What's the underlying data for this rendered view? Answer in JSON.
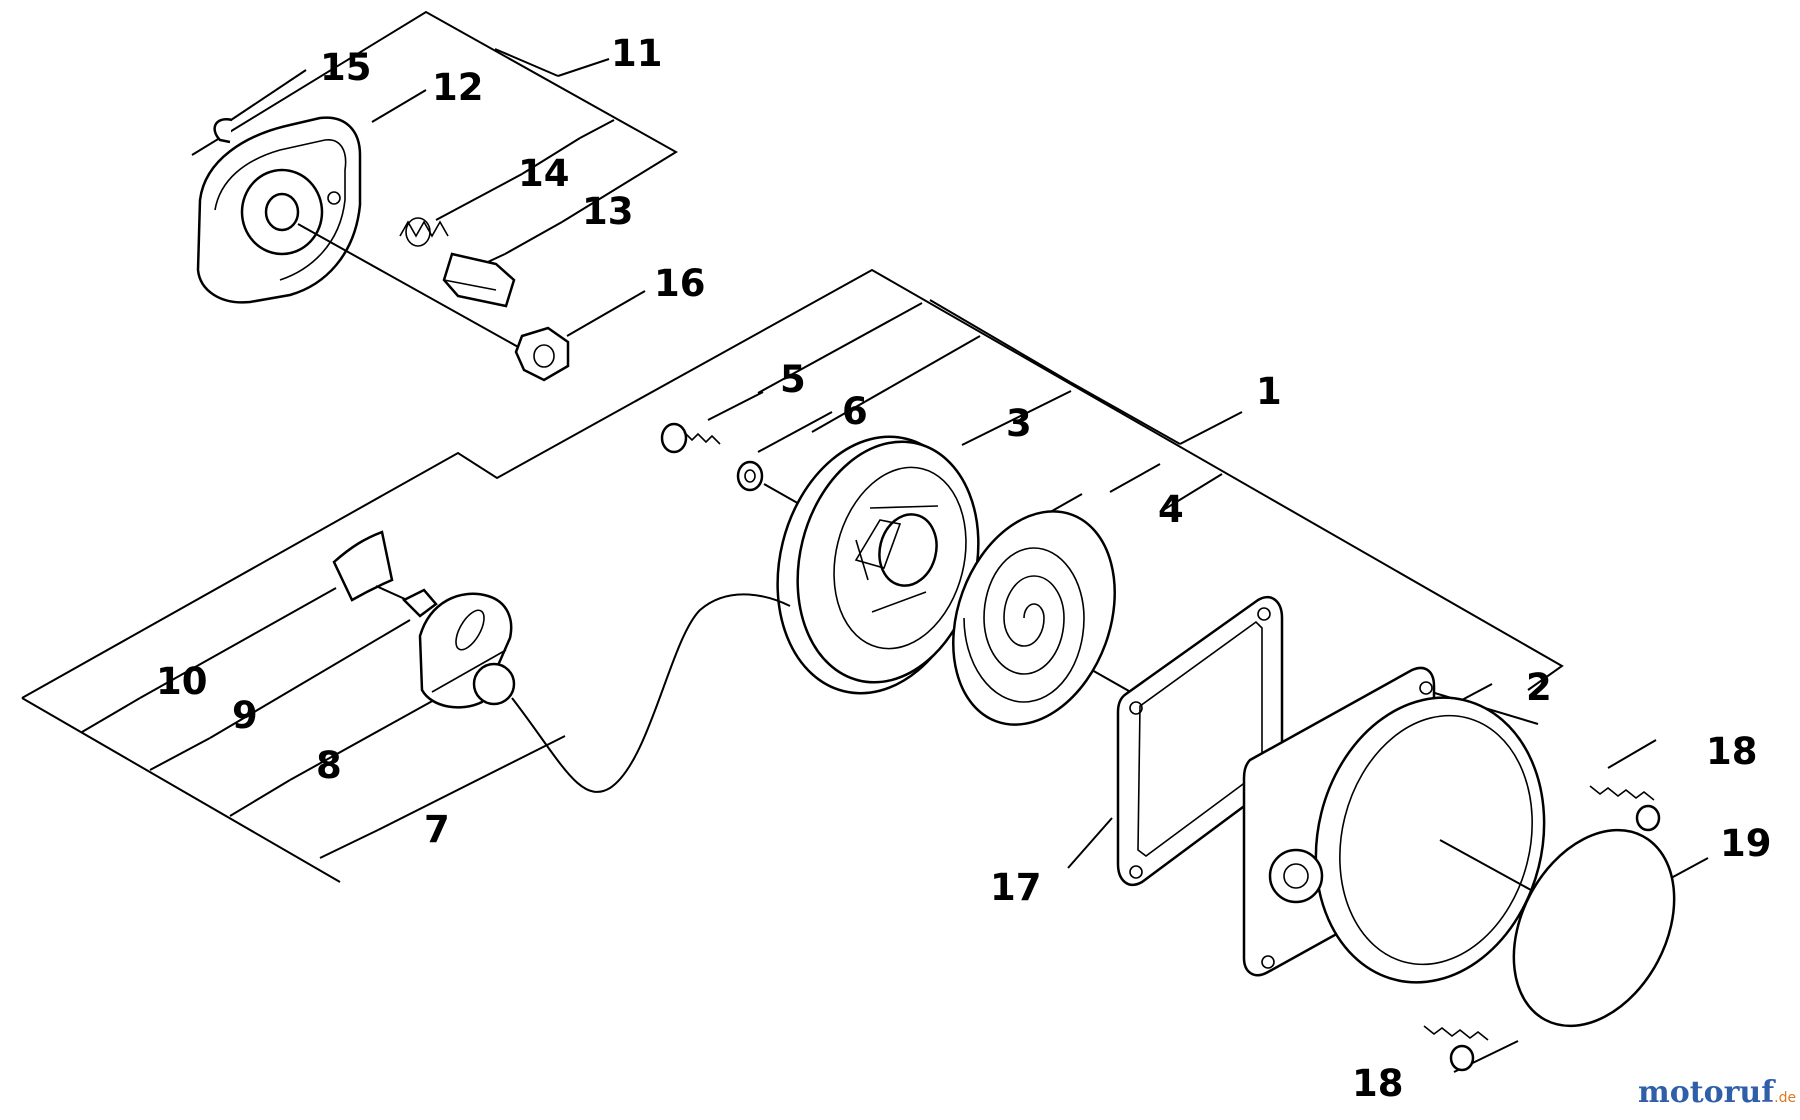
{
  "labels": {
    "p1": "1",
    "p2": "2",
    "p3": "3",
    "p4": "4",
    "p5": "5",
    "p6": "6",
    "p7": "7",
    "p8": "8",
    "p9": "9",
    "p10": "10",
    "p11": "11",
    "p12": "12",
    "p13": "13",
    "p14": "14",
    "p15": "15",
    "p16": "16",
    "p17": "17",
    "p18a": "18",
    "p18b": "18",
    "p19": "19"
  },
  "watermark": {
    "part_a": "motoruf",
    "part_b": ".de",
    "colors": {
      "blue": "#2f5fa8",
      "orange": "#e07820"
    }
  }
}
